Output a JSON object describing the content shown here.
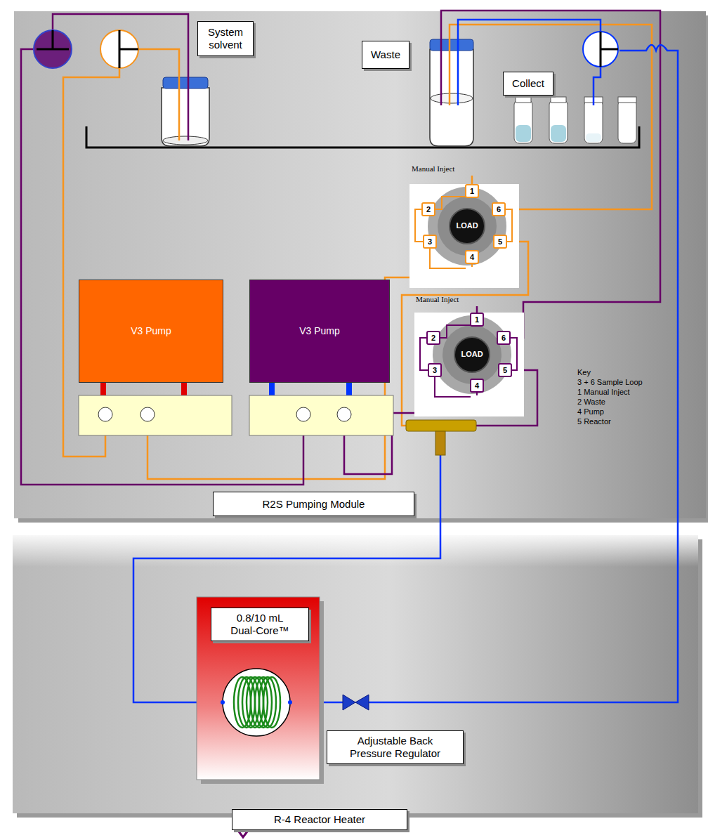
{
  "diagram": {
    "nodes": [
      {
        "text": [
          "System solvent"
        ]
      },
      {
        "text": [
          "Waste"
        ]
      },
      {
        "text": [
          "Collect"
        ]
      },
      {
        "text": [
          "LOAD"
        ]
      },
      {
        "text": [
          "V3 Pump"
        ]
      },
      {
        "text": [
          "V3 Pump"
        ]
      },
      {
        "text": [
          "LOAD"
        ]
      },
      {
        "text": [
          "R2S Pumping Module"
        ]
      },
      {
        "text": [
          "0.8/10 mL Dual-Core™"
        ]
      },
      {
        "text": [
          "Adjustable Back Pressure Regulator"
        ]
      },
      {
        "text": [
          "R-4 Reactor Heater"
        ]
      }
    ],
    "labels": [
      "Manual Inject",
      "1",
      "2",
      "6",
      "3",
      "5",
      "4",
      "Manual Inject",
      "1",
      "2",
      "6",
      "3",
      "5",
      "4",
      "Key",
      "3 + 6 Sample Loop",
      "1 Manual Inject",
      "2 Waste",
      "4 Pump",
      "5 Reactor"
    ]
  }
}
